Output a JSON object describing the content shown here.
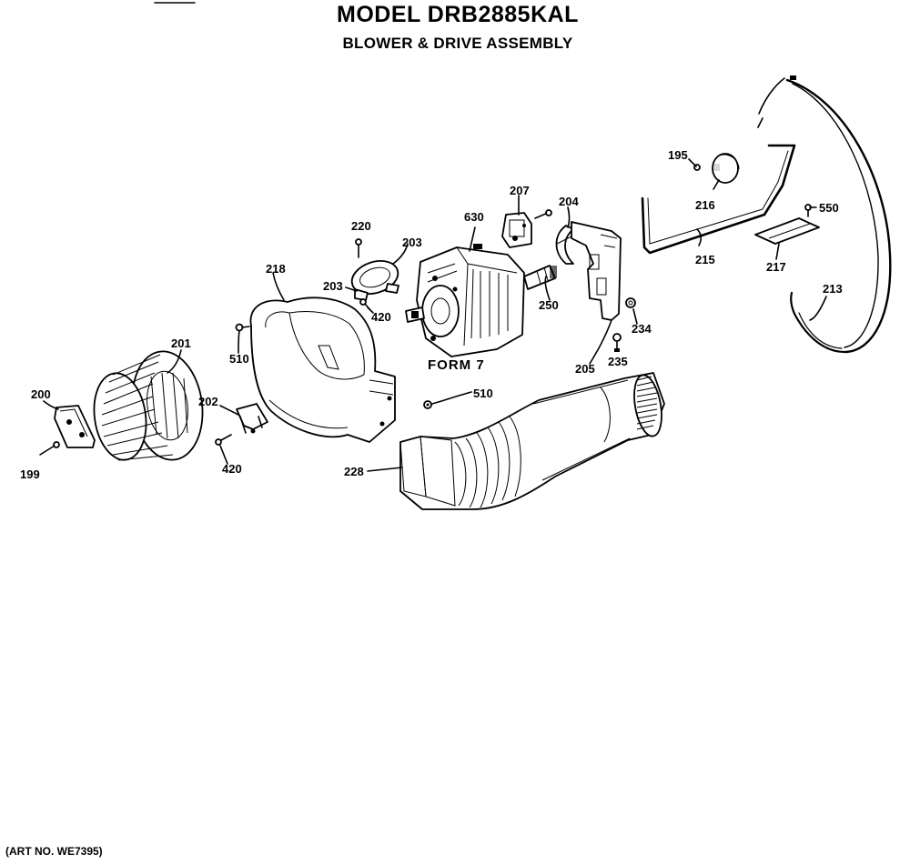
{
  "header": {
    "title": "MODEL DRB2885KAL",
    "subtitle": "BLOWER & DRIVE ASSEMBLY"
  },
  "form_label": "FORM 7",
  "art_number": "(ART NO. WE7395)",
  "callouts": [
    {
      "id": "c195",
      "text": "195"
    },
    {
      "id": "c216",
      "text": "216"
    },
    {
      "id": "c550",
      "text": "550"
    },
    {
      "id": "c215",
      "text": "215"
    },
    {
      "id": "c217",
      "text": "217"
    },
    {
      "id": "c213",
      "text": "213"
    },
    {
      "id": "c207",
      "text": "207"
    },
    {
      "id": "c204",
      "text": "204"
    },
    {
      "id": "c630",
      "text": "630"
    },
    {
      "id": "c220",
      "text": "220"
    },
    {
      "id": "c203a",
      "text": "203"
    },
    {
      "id": "c203b",
      "text": "203"
    },
    {
      "id": "c420a",
      "text": "420"
    },
    {
      "id": "c250",
      "text": "250"
    },
    {
      "id": "c234",
      "text": "234"
    },
    {
      "id": "c235",
      "text": "235"
    },
    {
      "id": "c205",
      "text": "205"
    },
    {
      "id": "c218",
      "text": "218"
    },
    {
      "id": "c510a",
      "text": "510"
    },
    {
      "id": "c510b",
      "text": "510"
    },
    {
      "id": "c201",
      "text": "201"
    },
    {
      "id": "c202",
      "text": "202"
    },
    {
      "id": "c200",
      "text": "200"
    },
    {
      "id": "c199",
      "text": "199"
    },
    {
      "id": "c420b",
      "text": "420"
    },
    {
      "id": "c228",
      "text": "228"
    }
  ]
}
